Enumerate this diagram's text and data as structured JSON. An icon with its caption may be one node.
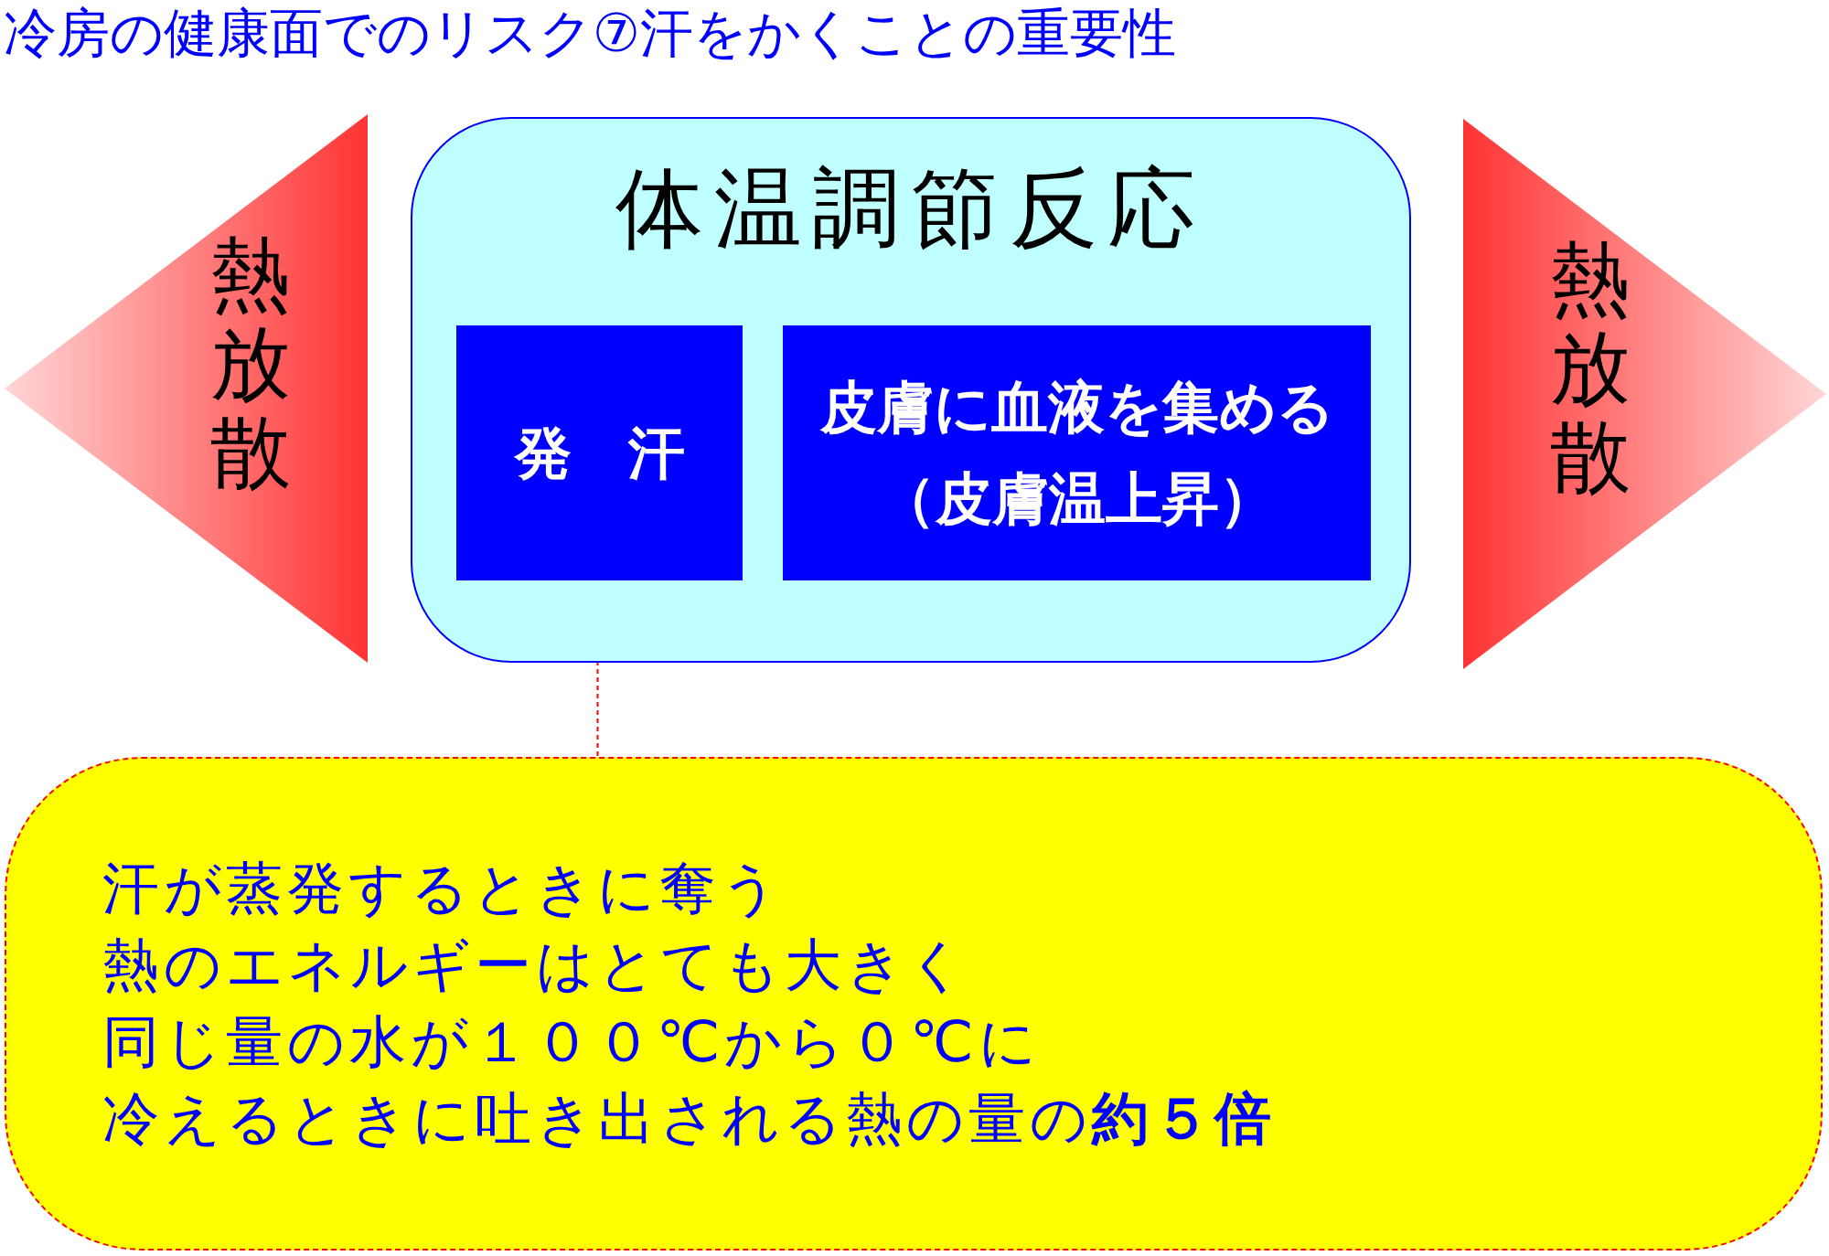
{
  "diagram": {
    "title": "冷房の健康面でのリスク⑦汗をかくことの重要性",
    "nodes": [
      {
        "text": [
          "体温調節反応"
        ]
      },
      {
        "text": [
          "発　汗"
        ],
        "in": 0
      },
      {
        "text": [
          "皮膚に血液を集める（皮膚温上昇）"
        ],
        "in": 0
      },
      {
        "text": [
          "熱放散"
        ]
      },
      {
        "text": [
          "熱放散"
        ]
      },
      {
        "text": [
          "汗が蒸発するときに奪う",
          "熱のエネルギーはとても大きく",
          "同じ量の水が１００℃から０℃に",
          "冷えるときに吐き出される熱の量の**約５倍**"
        ]
      }
    ],
    "edges": [
      {
        "from": 1,
        "to": 5,
        "arrow": "none",
        "style": "dashed",
        "color": "#ff0000"
      }
    ]
  }
}
